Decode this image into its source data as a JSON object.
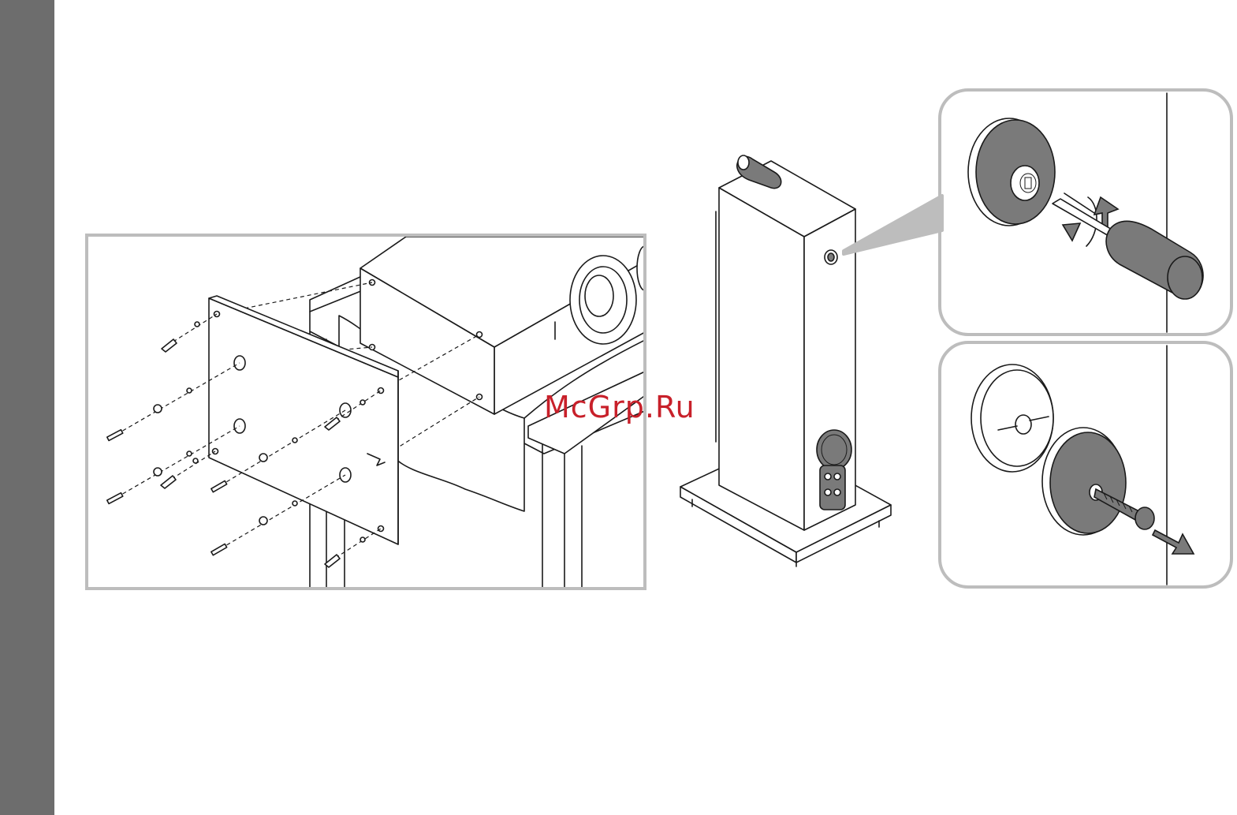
{
  "watermark": {
    "text": "McGrp.Ru",
    "color": "#c8202a"
  },
  "colors": {
    "side_bar": "#6d6d6d",
    "frame": "#bdbdbd",
    "part_fill": "#7a7a7a",
    "line": "#1a1a1a"
  },
  "figures": [
    {
      "name": "wall-plate-mounting",
      "icon": "exploded-bracket-diagram"
    },
    {
      "name": "floor-speaker",
      "icon": "tower-speaker-diagram"
    },
    {
      "name": "detail-unscrew-foot",
      "icon": "screwdriver-rotate-diagram"
    },
    {
      "name": "detail-remove-foot",
      "icon": "foot-removal-diagram"
    }
  ]
}
